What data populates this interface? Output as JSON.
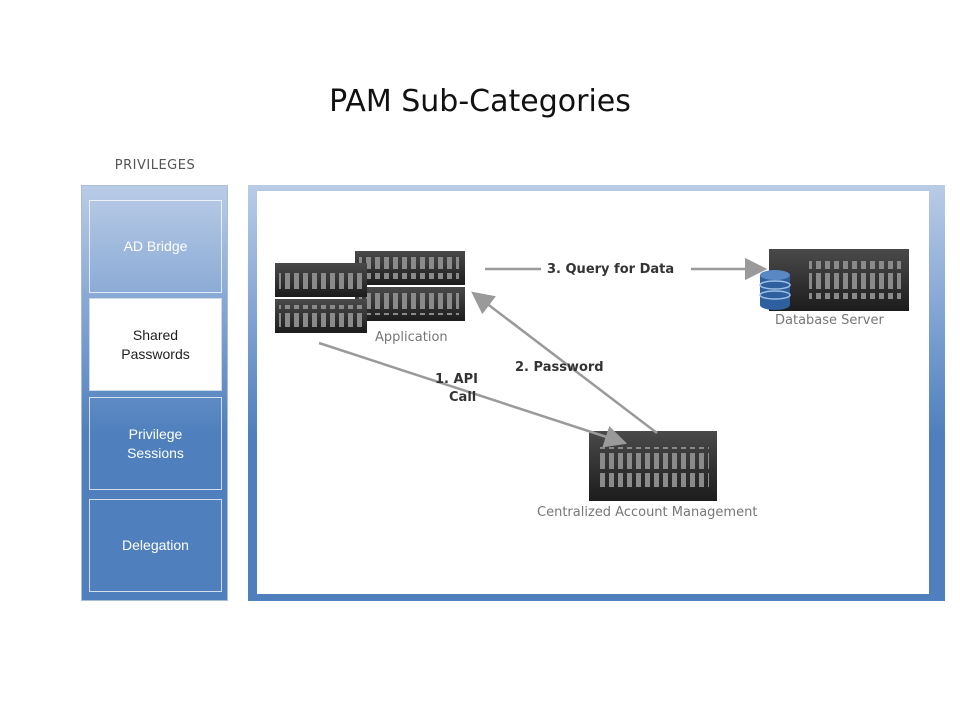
{
  "title": "PAM Sub-Categories",
  "section_label": "PRIVILEGES",
  "nav": [
    {
      "label": "AD Bridge",
      "active": false
    },
    {
      "label": "Shared\nPasswords",
      "active": true
    },
    {
      "label": "Privilege\nSessions",
      "active": false
    },
    {
      "label": "Delegation",
      "active": false
    }
  ],
  "diagram": {
    "nodes": {
      "application": "Application",
      "database": "Database Server",
      "cam": "Centralized Account Management"
    },
    "edges": {
      "api_call_line1": "1. API",
      "api_call_line2": "Call",
      "password": "2. Password",
      "query": "3. Query for Data"
    }
  },
  "colors": {
    "panel_gradient_top": "#b9cce6",
    "panel_gradient_bottom": "#4f80bd",
    "server_body": "#2a2a2a",
    "db_icon": "#2e5f9e"
  }
}
